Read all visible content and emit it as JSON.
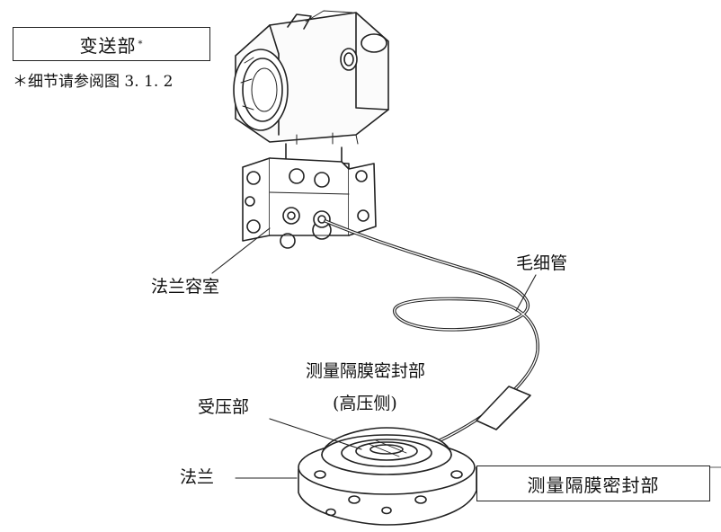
{
  "labels": {
    "transmitter_box": "变送部",
    "transmitter_mark": "*",
    "note": "＊细节请参阅图 3. 1. 2",
    "flange_chamber": "法兰容室",
    "capillary": "毛细管",
    "diaphragm_seal_title_line1": "测量隔膜密封部",
    "diaphragm_seal_title_line2": "(高压侧)",
    "pressure_receiving": "受压部",
    "flange": "法兰",
    "diaphragm_seal_box": "测量隔膜密封部"
  },
  "colors": {
    "line": "#222222",
    "background": "#ffffff"
  }
}
